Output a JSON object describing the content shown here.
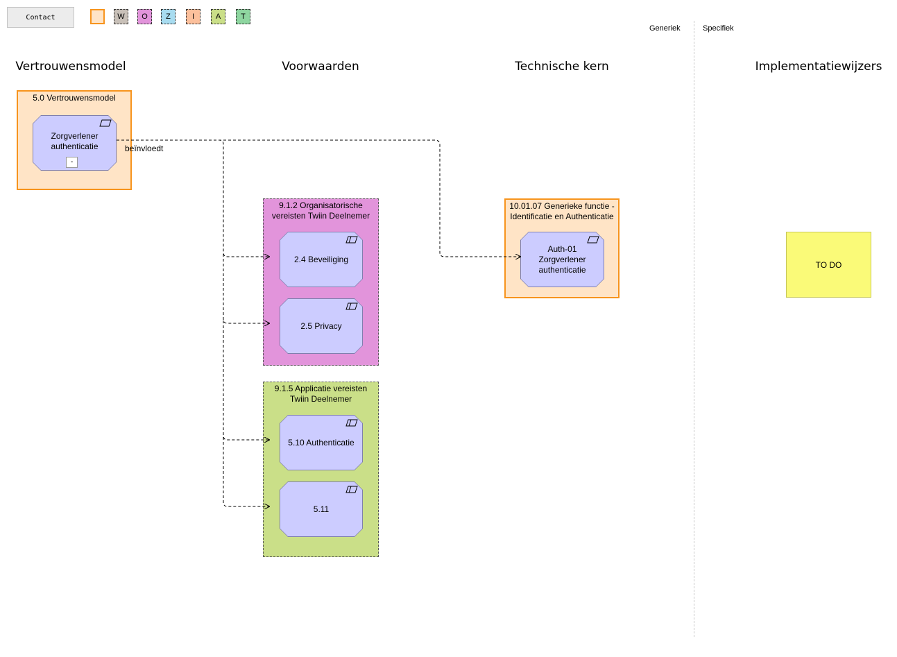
{
  "toolbar": {
    "contact_label": "Contact",
    "legend": [
      {
        "letter": "",
        "color": "#ffe4c6"
      },
      {
        "letter": "W",
        "color": "#c8c0b8"
      },
      {
        "letter": "O",
        "color": "#e294db"
      },
      {
        "letter": "Z",
        "color": "#a8dcf0"
      },
      {
        "letter": "I",
        "color": "#fcc09c"
      },
      {
        "letter": "A",
        "color": "#cadf88"
      },
      {
        "letter": "T",
        "color": "#8ed6a0"
      }
    ]
  },
  "labels": {
    "generiek": "Generiek",
    "specifiek": "Specifiek"
  },
  "columns": {
    "vertrouwensmodel": "Vertrouwensmodel",
    "voorwaarden": "Voorwaarden",
    "technische_kern": "Technische kern",
    "implementatiewijzers": "Implementatiewijzers"
  },
  "groups": {
    "vertrouwensmodel": "5.0 Vertrouwensmodel",
    "organisatorisch": "9.1.2 Organisatorische vereisten Twiin Deelnemer",
    "applicatie": "9.1.5 Applicatie vereisten Twiin Deelnemer",
    "generieke_functie": "10.01.07 Generieke functie - Identificatie en Authenticatie"
  },
  "nodes": {
    "zorgverlener": "Zorgverlener authenticatie",
    "zorgverlener_marker": "-",
    "beveiliging": "2.4 Beveiliging",
    "privacy": "2.5 Privacy",
    "authenticatie": "5.10 Authenticatie",
    "n511": "5.11",
    "auth01": "Auth-01 Zorgverlener authenticatie"
  },
  "edge": {
    "label": "beïnvloedt"
  },
  "todo": "TO DO",
  "colors": {
    "node_fill": "#ccccff",
    "node_border": "#7f7fae",
    "orange_group": "#ffe4c6",
    "orange_border": "#f7941d",
    "pink_group": "#e294db",
    "green_group": "#cadf88",
    "note": "#fafa78"
  }
}
